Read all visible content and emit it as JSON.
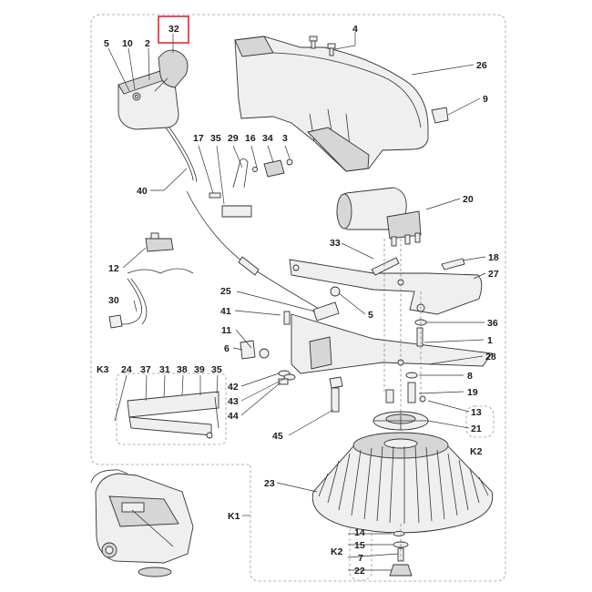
{
  "diagram": {
    "labels": {
      "l1": "1",
      "l2": "2",
      "l3": "3",
      "l4": "4",
      "l5a": "5",
      "l5b": "5",
      "l6": "6",
      "l7": "7",
      "l8": "8",
      "l9": "9",
      "l10": "10",
      "l11": "11",
      "l12": "12",
      "l13": "13",
      "l14": "14",
      "l15": "15",
      "l16": "16",
      "l17": "17",
      "l18": "18",
      "l19": "19",
      "l20": "20",
      "l21": "21",
      "l22": "22",
      "l23": "23",
      "l24": "24",
      "l25": "25",
      "l26": "26",
      "l27": "27",
      "l28": "28",
      "l29": "29",
      "l30": "30",
      "l31": "31",
      "l32": "32",
      "l33": "33",
      "l34": "34",
      "l35a": "35",
      "l35b": "35",
      "l36": "36",
      "l37": "37",
      "l38": "38",
      "l39": "39",
      "l40": "40",
      "l41": "41",
      "l42": "42",
      "l43": "43",
      "l44": "44",
      "l45": "45",
      "k1": "K1",
      "k2a": "K2",
      "k2b": "K2",
      "k3": "K3"
    },
    "highlight_color": "#e8262d"
  }
}
